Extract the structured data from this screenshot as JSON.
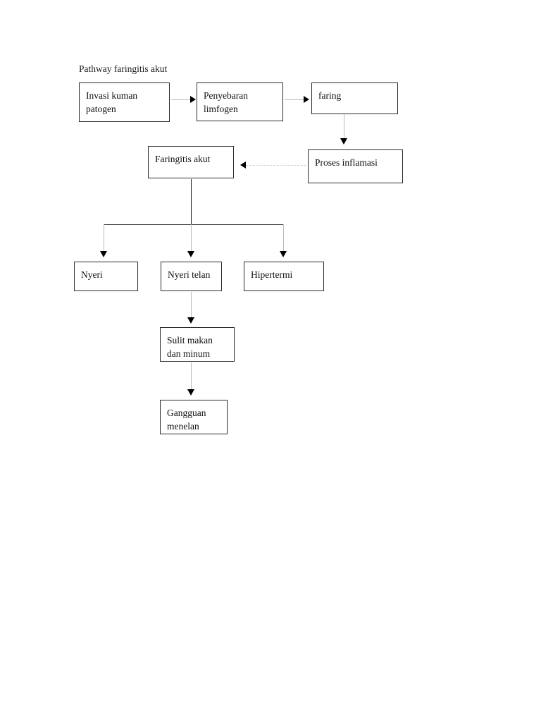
{
  "document": {
    "title": "Pathway faringitis akut",
    "page_background": "#ffffff",
    "text_color": "#111111",
    "box_border_color": "#2b2b2b",
    "connector_gray": "#b9b9b9",
    "connector_dark": "#4a4a4a",
    "arrow_color": "#000000"
  },
  "diagram": {
    "type": "flowchart",
    "heading": "Pathway faringitis akut",
    "nodes": [
      {
        "id": "invasi-kuman-patogen",
        "label": "Invasi kuman\npatogen"
      },
      {
        "id": "penyebaran-limfogen",
        "label": "Penyebaran\nlimfogen"
      },
      {
        "id": "faring",
        "label": "faring"
      },
      {
        "id": "proses-inflamasi",
        "label": "Proses inflamasi"
      },
      {
        "id": "faringitis-akut",
        "label": "Faringitis akut"
      },
      {
        "id": "nyeri",
        "label": "Nyeri"
      },
      {
        "id": "nyeri-telan",
        "label": "Nyeri telan"
      },
      {
        "id": "hipertermi",
        "label": "Hipertermi"
      },
      {
        "id": "sulit-makan-dan-minum",
        "label": "Sulit makan\ndan minum"
      },
      {
        "id": "gangguan-menelan",
        "label": "Gangguan\nmenelan"
      }
    ],
    "edges": [
      {
        "from": "invasi-kuman-patogen",
        "to": "penyebaran-limfogen",
        "direction": "right"
      },
      {
        "from": "penyebaran-limfogen",
        "to": "faring",
        "direction": "right"
      },
      {
        "from": "faring",
        "to": "proses-inflamasi",
        "direction": "down"
      },
      {
        "from": "proses-inflamasi",
        "to": "faringitis-akut",
        "direction": "left"
      },
      {
        "from": "faringitis-akut",
        "to": "nyeri",
        "direction": "down"
      },
      {
        "from": "faringitis-akut",
        "to": "nyeri-telan",
        "direction": "down"
      },
      {
        "from": "faringitis-akut",
        "to": "hipertermi",
        "direction": "down"
      },
      {
        "from": "nyeri-telan",
        "to": "sulit-makan-dan-minum",
        "direction": "down"
      },
      {
        "from": "sulit-makan-dan-minum",
        "to": "gangguan-menelan",
        "direction": "down"
      }
    ]
  }
}
